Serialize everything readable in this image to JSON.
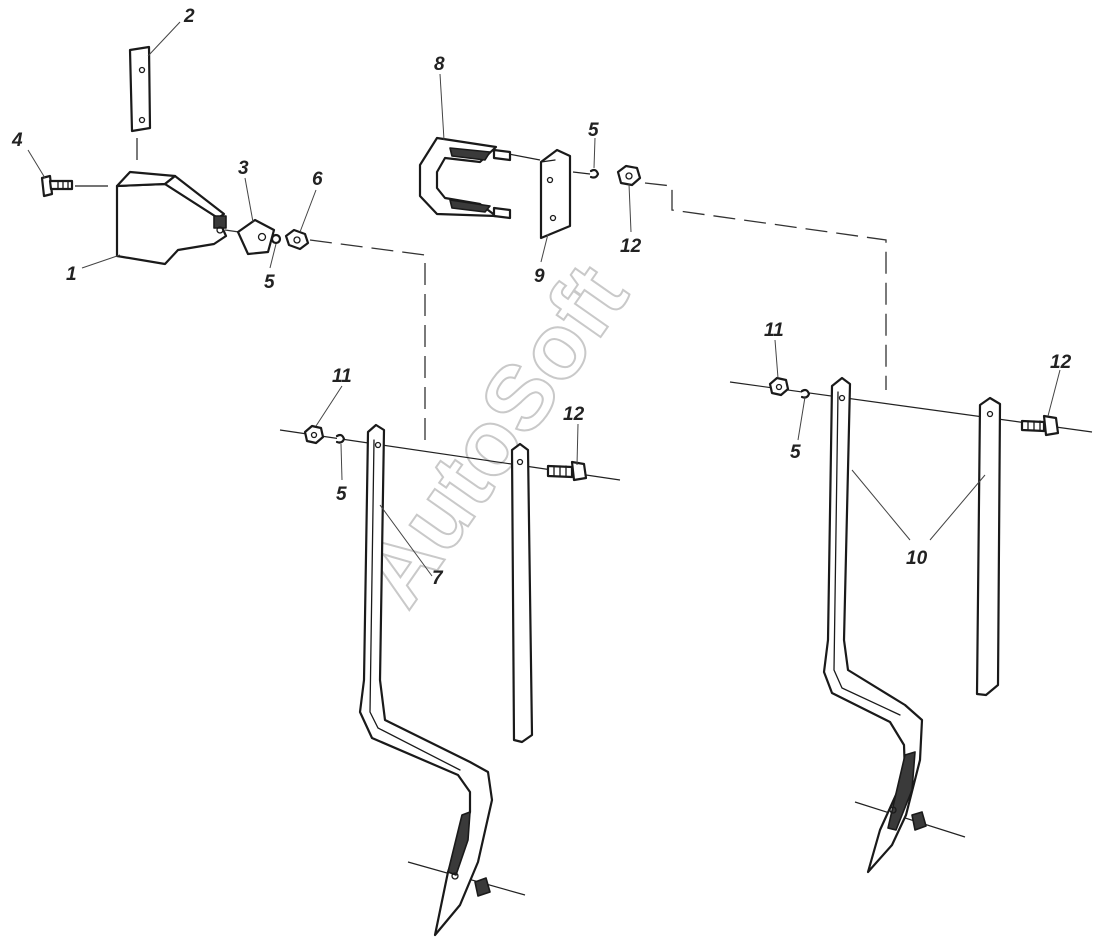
{
  "watermark": "AutoSoft",
  "callouts": {
    "c1": "1",
    "c2": "2",
    "c3": "3",
    "c4": "4",
    "c5a": "5",
    "c5b": "5",
    "c5c": "5",
    "c5d": "5",
    "c6": "6",
    "c7": "7",
    "c8": "8",
    "c9": "9",
    "c10": "10",
    "c11a": "11",
    "c11b": "11",
    "c12a": "12",
    "c12b": "12",
    "c12c": "12"
  }
}
